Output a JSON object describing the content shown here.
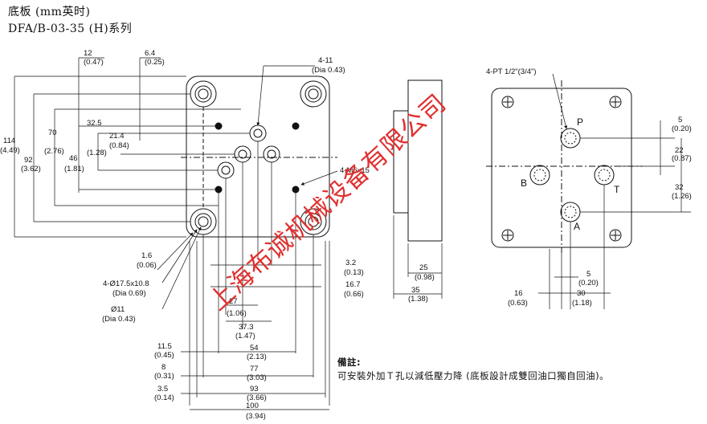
{
  "header": {
    "title": "底板 (mm英时)",
    "subtitle": "DFA/B-03-35 (H)系列"
  },
  "front_view": {
    "top_dims": [
      {
        "mm": "12",
        "in": "(0.47)"
      },
      {
        "mm": "6.4",
        "in": "(0.25)"
      }
    ],
    "left_dims": [
      {
        "mm": "114",
        "in": "(4.49)"
      },
      {
        "mm": "92",
        "in": "(3.62)"
      },
      {
        "mm": "70",
        "in": "(2.76)"
      },
      {
        "mm": "46",
        "in": "(1.81)"
      },
      {
        "mm": "32.5",
        "in": "(1.28)"
      },
      {
        "mm": "21.4",
        "in": "(0.84)"
      }
    ],
    "callouts": {
      "hole_4_11_a": "4-11",
      "hole_4_11_b": "(Dia 0.43)",
      "thread": "4-M6x15",
      "cbore_a": "4-Ø17.5x10.8",
      "cbore_b": "(Dia 0.69)",
      "dia11_a": "Ø11",
      "dia11_b": "(Dia 0.43)",
      "d16_mm": "1.6",
      "d16_in": "(0.06)"
    },
    "right_dims": [
      {
        "mm": "3.2",
        "in": "(0.13)"
      },
      {
        "mm": "16.7",
        "in": "(0.66)"
      }
    ],
    "bottom_dims": [
      {
        "mm": "27",
        "in": "(1.06)"
      },
      {
        "mm": "37.3",
        "in": "(1.47)"
      },
      {
        "mm": "54",
        "in": "(2.13)"
      },
      {
        "mm": "77",
        "in": "(3.03)"
      },
      {
        "mm": "93",
        "in": "(3.66)"
      },
      {
        "mm": "100",
        "in": "(3.94)"
      }
    ],
    "bottom_left_dims": [
      {
        "mm": "11.5",
        "in": "(0.45)"
      },
      {
        "mm": "8",
        "in": "(0.31)"
      },
      {
        "mm": "3.5",
        "in": "(0.14)"
      }
    ]
  },
  "side_view": {
    "dims": [
      {
        "mm": "25",
        "in": "(0.98)"
      },
      {
        "mm": "35",
        "in": "(1.38)"
      }
    ]
  },
  "port_view": {
    "callout": "4-PT 1/2\"(3/4\")",
    "ports": {
      "p": "P",
      "b": "B",
      "t": "T",
      "a": "A"
    },
    "right_dims": [
      {
        "mm": "5",
        "in": "(0.20)"
      },
      {
        "mm": "22",
        "in": "(0.87)"
      },
      {
        "mm": "32",
        "in": "(1.26)"
      }
    ],
    "bottom_dims": [
      {
        "mm": "5",
        "in": "(0.20)"
      },
      {
        "mm": "16",
        "in": "(0.63)"
      },
      {
        "mm": "30",
        "in": "(1.18)"
      }
    ]
  },
  "note": {
    "label": "備註:",
    "text": "可安裝外加Ｔ孔以減低壓力降 (底板設計成雙回油口獨自回油)。"
  },
  "watermark": "上海布诚机械设备有限公司",
  "colors": {
    "line": "#111111",
    "watermark": "#e03030"
  }
}
